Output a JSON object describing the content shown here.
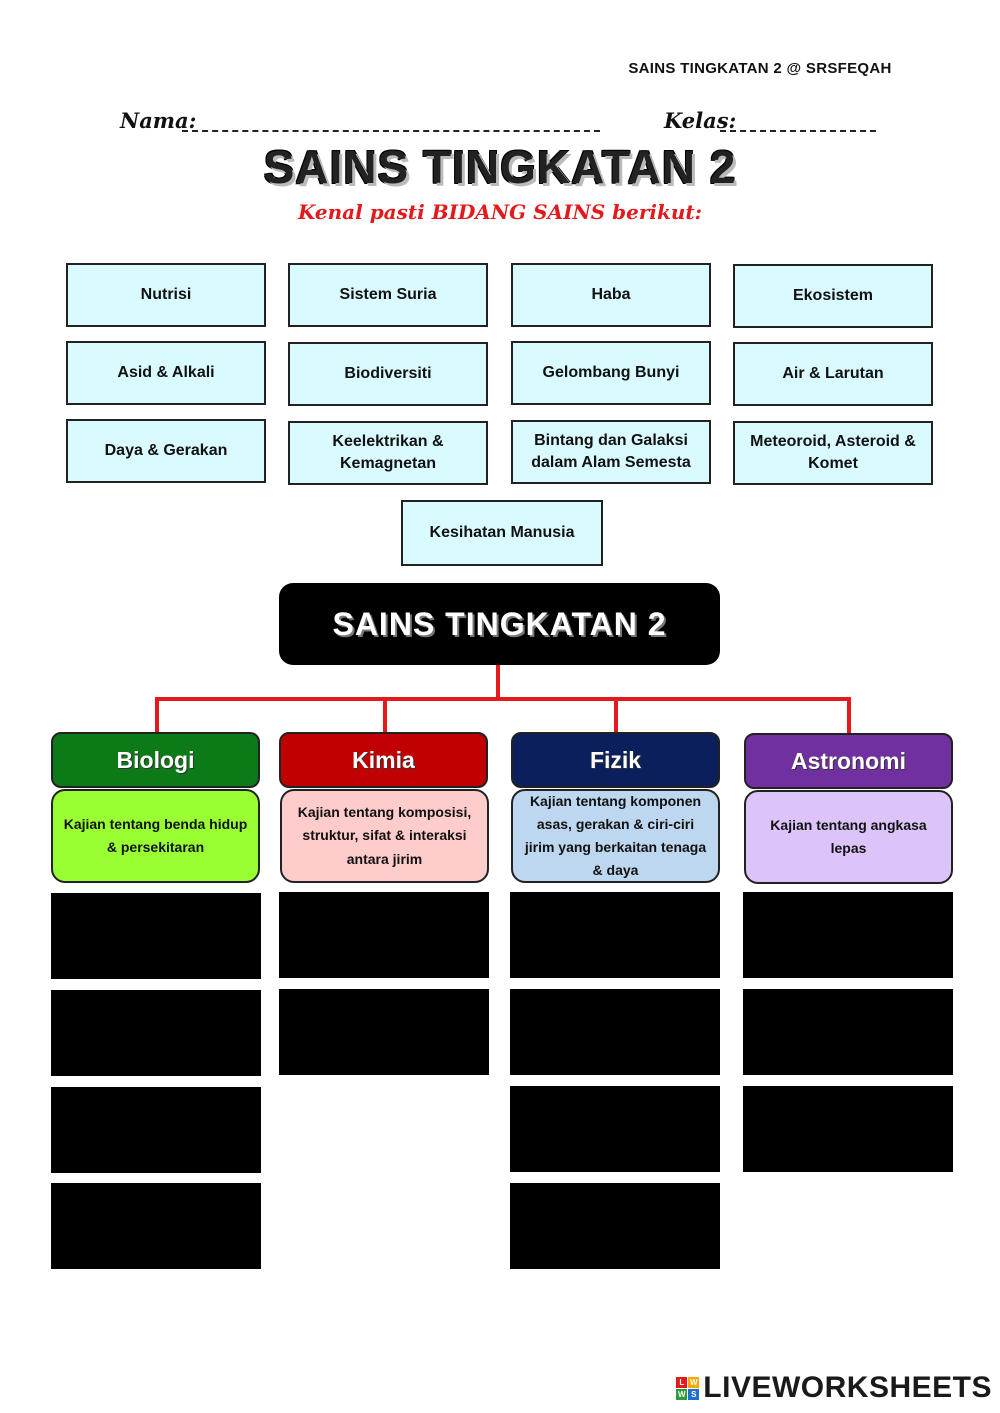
{
  "header": {
    "credit": "SAINS TINGKATAN 2 @ SRSFEQAH",
    "name_label": "Nama:",
    "class_label": "Kelas:",
    "title": "SAINS TINGKATAN 2",
    "instruction": "Kenal pasti BIDANG SAINS berikut:"
  },
  "topics": [
    "Nutrisi",
    "Sistem Suria",
    "Haba",
    "Ekosistem",
    "Asid & Alkali",
    "Biodiversiti",
    "Gelombang Bunyi",
    "Air & Larutan",
    "Daya & Gerakan",
    "Keelektrikan & Kemagnetan",
    "Bintang dan Galaksi dalam Alam Semesta",
    "Meteoroid, Asteroid & Komet",
    "Kesihatan Manusia"
  ],
  "tree": {
    "root": "SAINS TINGKATAN 2",
    "categories": [
      {
        "name": "Biologi",
        "description": "Kajian tentang benda hidup & persekitaran",
        "header_color": "#0c7a16",
        "desc_color": "#99ff33",
        "slots": 4
      },
      {
        "name": "Kimia",
        "description": "Kajian tentang komposisi, struktur, sifat & interaksi antara jirim",
        "header_color": "#c00000",
        "desc_color": "#ffcccc",
        "slots": 2
      },
      {
        "name": "Fizik",
        "description": "Kajian tentang komponen asas, gerakan & ciri-ciri jirim yang berkaitan tenaga & daya",
        "header_color": "#0b1f5c",
        "desc_color": "#bcd7ef",
        "slots": 4
      },
      {
        "name": "Astronomi",
        "description": "Kajian tentang angkasa lepas",
        "header_color": "#7030a0",
        "desc_color": "#dcc4fb",
        "slots": 3
      }
    ]
  },
  "footer": {
    "brand": "LIVEWORKSHEETS",
    "logo_letters": [
      "L",
      "W",
      "W",
      "S"
    ],
    "logo_colors": [
      "#e3191c",
      "#f7a800",
      "#2c9b3c",
      "#1e6fd0"
    ]
  },
  "colors": {
    "connector": "#e3191c",
    "topic_fill": "#d9fbff",
    "accent_red": "#e3191c"
  }
}
